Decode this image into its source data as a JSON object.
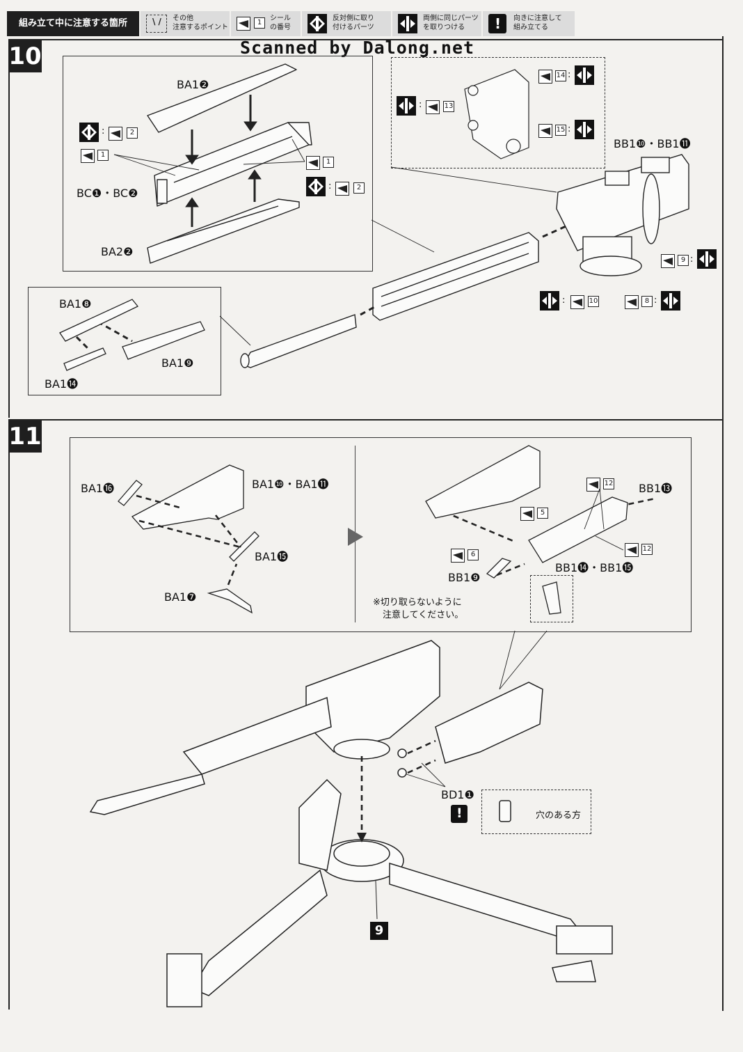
{
  "legend": {
    "title": "組み立て中に注意する箇所",
    "items": [
      {
        "line1": "その他",
        "line2": "注意するポイント"
      },
      {
        "line1": "シール",
        "line2": "の番号",
        "num": "1"
      },
      {
        "line1": "反対側に取り",
        "line2": "付けるパーツ"
      },
      {
        "line1": "両側に同じパーツ",
        "line2": "を取りつける"
      },
      {
        "line1": "向きに注意して",
        "line2": "組み立てる"
      }
    ]
  },
  "watermark": "Scanned by Dalong.net",
  "step10": {
    "number": "10",
    "labels": {
      "ba1_2": "BA1❷",
      "bc": "BC❶・BC❷",
      "ba2_2": "BA2❷",
      "ba1_8": "BA1❽",
      "ba1_9": "BA1❾",
      "ba1_14": "BA1⓮",
      "bb1": "BB1❿・BB1⓫"
    },
    "stickers": [
      "2",
      "1",
      "1",
      "2",
      "13",
      "14",
      "15",
      "9",
      "10",
      "8"
    ]
  },
  "step11": {
    "number": "11",
    "labels": {
      "ba1_16": "BA1⓰",
      "ba1_10_11": "BA1❿・BA1⓫",
      "ba1_15": "BA1⓯",
      "ba1_7": "BA1❼",
      "bb1_13": "BB1⓭",
      "bb1_9": "BB1❾",
      "bb1_14_15": "BB1⓮・BB1⓯",
      "bd1_1": "BD1❶",
      "ref9": "9"
    },
    "stickers": [
      "12",
      "5",
      "12",
      "6"
    ],
    "note_line1": "※切り取らないように",
    "note_line2": "注意してください。",
    "hole_note": "穴のある方"
  }
}
